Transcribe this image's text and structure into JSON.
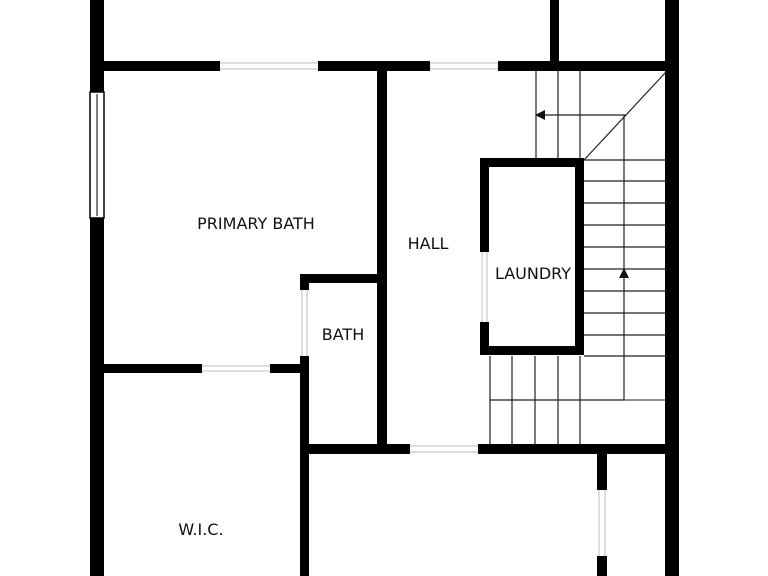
{
  "rooms": {
    "primary_bath": "PRIMARY BATH",
    "hall": "HALL",
    "laundry": "LAUNDRY",
    "bath": "BATH",
    "wic": "W.I.C."
  },
  "colors": {
    "wall": "#000000",
    "opening": "#ffffff",
    "stair_line": "#222222",
    "background": "#ffffff"
  }
}
